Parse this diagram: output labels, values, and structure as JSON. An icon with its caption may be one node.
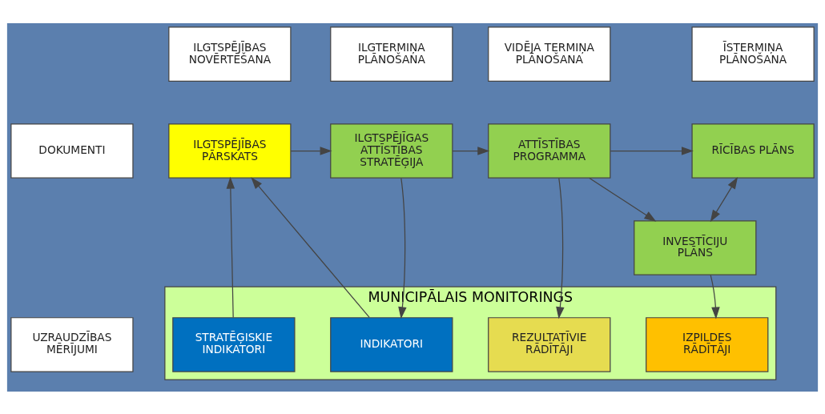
{
  "diagram": {
    "nodes": [
      {
        "text": [
          "ILGTSPĒJĪBAS NOVĒRTĒŠANA"
        ]
      },
      {
        "text": [
          "ILGTERMIŅA PLĀNOŠANA"
        ]
      },
      {
        "text": [
          "VIDĒJA TERMIŅA PLĀNOŠANA"
        ]
      },
      {
        "text": [
          "ĪSTERMIŅA PLĀNOŠANA"
        ]
      },
      {
        "text": [
          "DOKUMENTI"
        ]
      },
      {
        "text": [
          "ILGTSPĒJĪBAS PĀRSKATS"
        ]
      },
      {
        "text": [
          "ILGTSPĒJĪGAS ATTĪSTĪBAS STRATĒĢIJA"
        ]
      },
      {
        "text": [
          "ATTĪSTĪBAS PROGRAMMA"
        ]
      },
      {
        "text": [
          "RĪCĪBAS PLĀNS"
        ]
      },
      {
        "text": [
          "INVESTĪCIJU PLĀNS"
        ]
      },
      {
        "text": [
          "UZRAUDZĪBAS MĒRĪJUMI"
        ]
      },
      {
        "text": [
          "MUNICIPĀLAIS MONITORINGS"
        ]
      },
      {
        "text": [
          "STRATĒĢISKIE INDIKATORI"
        ],
        "in": 11
      },
      {
        "text": [
          "INDIKATORI"
        ],
        "in": 11
      },
      {
        "text": [
          "REZULTATĪVIE RĀDĪTĀJI"
        ],
        "in": 11
      },
      {
        "text": [
          "IZPILDES RĀDĪTĀJI"
        ],
        "in": 11
      }
    ],
    "edges": [
      {
        "from": 5,
        "to": 6,
        "arrow": "to"
      },
      {
        "from": 6,
        "to": 7,
        "arrow": "to"
      },
      {
        "from": 7,
        "to": 8,
        "arrow": "to"
      },
      {
        "from": 7,
        "to": 9,
        "arrow": "to"
      },
      {
        "from": 8,
        "to": 9,
        "arrow": "both"
      },
      {
        "from": 12,
        "to": 5,
        "arrow": "to"
      },
      {
        "from": 13,
        "to": 5,
        "arrow": "to"
      },
      {
        "from": 6,
        "to": 13,
        "arrow": "to"
      },
      {
        "from": 7,
        "to": 14,
        "arrow": "to"
      },
      {
        "from": 9,
        "to": 15,
        "arrow": "to"
      }
    ]
  }
}
